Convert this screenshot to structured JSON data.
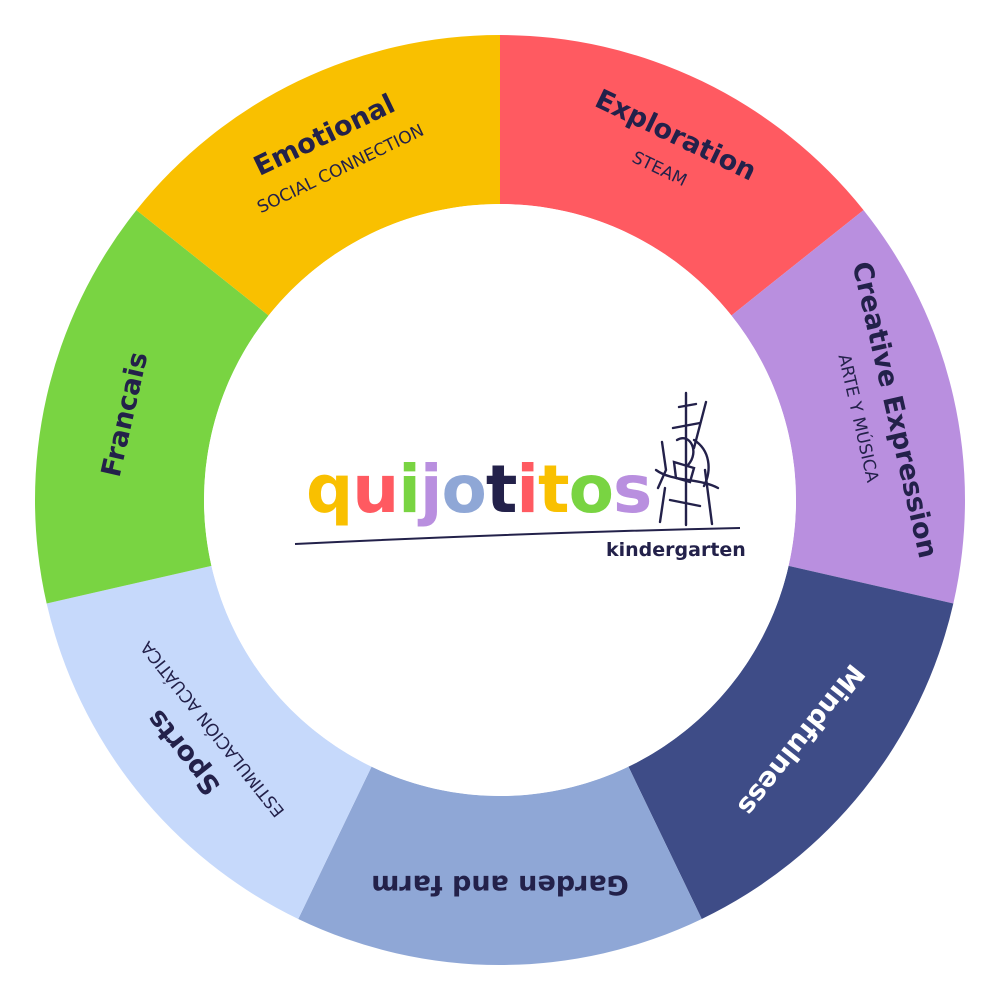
{
  "logo": {
    "letters": [
      {
        "ch": "q",
        "color": "#F9C000"
      },
      {
        "ch": "u",
        "color": "#FF5A61"
      },
      {
        "ch": "i",
        "color": "#79D442"
      },
      {
        "ch": "j",
        "color": "#B98FDF"
      },
      {
        "ch": "o",
        "color": "#8FA7D6"
      },
      {
        "ch": "t",
        "color": "#23214A"
      },
      {
        "ch": "i",
        "color": "#FF5A61"
      },
      {
        "ch": "t",
        "color": "#F9C000"
      },
      {
        "ch": "o",
        "color": "#79D442"
      },
      {
        "ch": "s",
        "color": "#B98FDF"
      }
    ],
    "subtitle": "kindergarten"
  },
  "segments": [
    {
      "title": "Exploration",
      "subtitle": "STEAM",
      "color": "#FF5A61",
      "text_color": "#23214A"
    },
    {
      "title": "Creative Expression",
      "subtitle": "ARTE Y MÚSICA",
      "color": "#B98FDF",
      "text_color": "#23214A"
    },
    {
      "title": "Mindfulness",
      "subtitle": "",
      "color": "#3E4C87",
      "text_color": "#FFFFFF"
    },
    {
      "title": "Garden and farm",
      "subtitle": "",
      "color": "#8FA7D6",
      "text_color": "#23214A"
    },
    {
      "title": "Sports",
      "subtitle": "ESTIMULACIÓN ACUÁTICA",
      "color": "#C6D9FB",
      "text_color": "#23214A"
    },
    {
      "title": "Francais",
      "subtitle": "",
      "color": "#79D442",
      "text_color": "#23214A"
    },
    {
      "title": "Emotional",
      "subtitle": "SOCIAL CONNECTION",
      "color": "#F9C000",
      "text_color": "#23214A"
    }
  ],
  "colors": {
    "background": "#FFFFFF",
    "ink": "#23214A"
  }
}
